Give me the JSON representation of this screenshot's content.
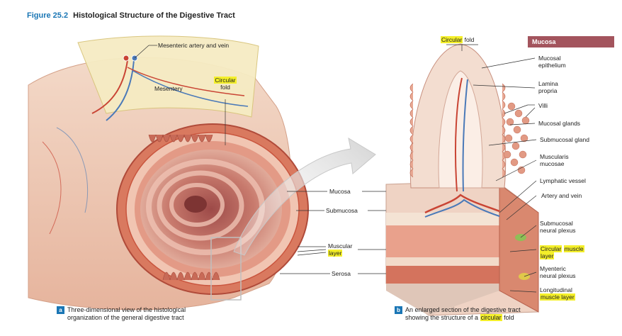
{
  "figure": {
    "number": "Figure 25.2",
    "title": "Histological Structure of the Digestive Tract"
  },
  "panel_a": {
    "labels": {
      "mesenteric": "Mesenteric artery and vein",
      "mesentery": "Mesentery",
      "circular_fold_1": "Circular",
      "circular_fold_2": "fold"
    },
    "caption": {
      "badge": "a",
      "line1": "Three-dimensional view of the histological",
      "line2": "organization of the general digestive tract"
    }
  },
  "middle_labels": {
    "mucosa": "Mucosa",
    "submucosa": "Submucosa",
    "muscular_1": "Muscular",
    "muscular_2": "layer",
    "serosa": "Serosa"
  },
  "panel_b": {
    "top_label_hl": "Circular",
    "top_label_rest": " fold",
    "mucosa_box": {
      "header": "Mucosa",
      "items": [
        "Mucosal epithelium",
        "Lamina propria"
      ]
    },
    "labels": {
      "mucosal_epithelium_1": "Mucosal",
      "mucosal_epithelium_2": "epithelium",
      "lamina_propria_1": "Lamina",
      "lamina_propria_2": "propria",
      "villi": "Villi",
      "mucosal_glands": "Mucosal glands",
      "submucosal_gland": "Submucosal gland",
      "muscularis_1": "Muscularis",
      "muscularis_2": "mucosae",
      "lymphatic": "Lymphatic vessel",
      "artery_vein": "Artery and vein",
      "submucosal_plexus_1": "Submucosal",
      "submucosal_plexus_2": "neural plexus",
      "circular_muscle_hl1": "Circular",
      "circular_muscle_hl2": "muscle",
      "circular_muscle_hl3": "layer",
      "myenteric_1": "Myenteric",
      "myenteric_2": "neural plexus",
      "longitudinal_1": "Longitudinal",
      "longitudinal_hl": "muscle layer"
    },
    "caption": {
      "badge": "b",
      "line1": "An enlarged section of the digestive tract",
      "line2_pre": "showing the structure of a ",
      "line2_hl": "circular",
      "line2_post": " fold"
    }
  },
  "colors": {
    "accent_blue": "#1a76b5",
    "highlight": "#f4ef2a",
    "mucosa_header": "#a3545d",
    "tissue_pink": "#e8a08a",
    "muscle_red": "#c9553e"
  }
}
